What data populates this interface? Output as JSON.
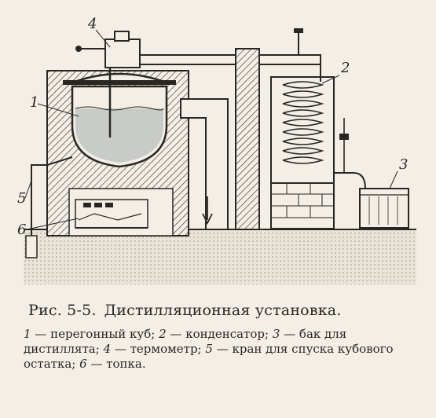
{
  "figure": {
    "callouts": [
      "1",
      "2",
      "3",
      "4",
      "5",
      "6"
    ]
  },
  "caption": {
    "number": "Рис. 5-5.",
    "title": "Дистилляционная установка.",
    "legend": [
      {
        "n": "1",
        "text": "перегонный куб;"
      },
      {
        "n": "2",
        "text": "конденсатор;"
      },
      {
        "n": "3",
        "text": "бак для дистиллята;"
      },
      {
        "n": "4",
        "text": "термометр;"
      },
      {
        "n": "5",
        "text": "кран для спуска кубового остатка;"
      },
      {
        "n": "6",
        "text": "топка."
      }
    ]
  },
  "colors": {
    "ink": "#2a2622",
    "paper": "#f3efe6",
    "water": "#c9cbc8"
  }
}
